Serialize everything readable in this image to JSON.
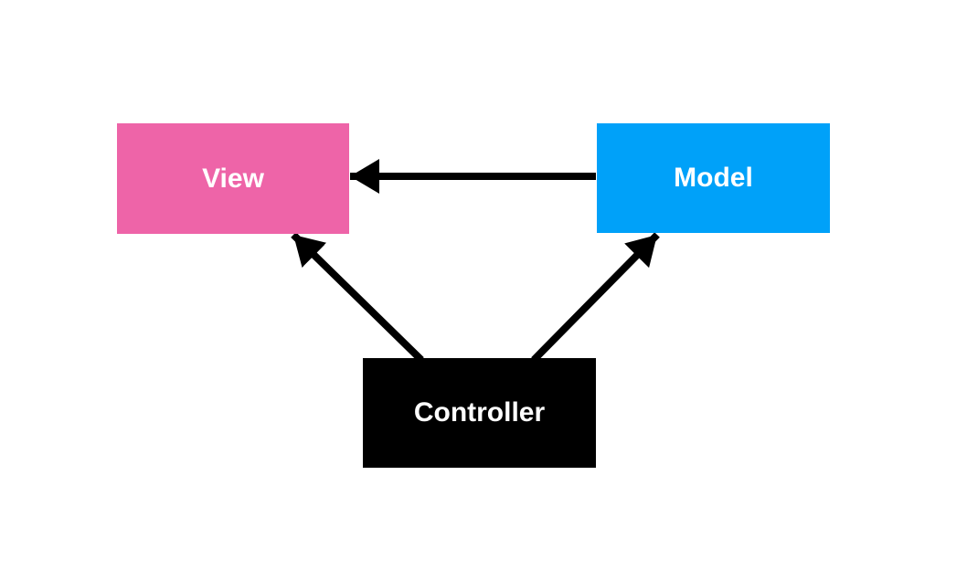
{
  "diagram": {
    "background": "#FFFFFF",
    "edge_color": "#000000",
    "nodes": [
      {
        "id": "view",
        "label": "View",
        "fill": "#EE64A8",
        "text_color": "#FFFFFF"
      },
      {
        "id": "model",
        "label": "Model",
        "fill": "#00A1F9",
        "text_color": "#FFFFFF"
      },
      {
        "id": "controller",
        "label": "Controller",
        "fill": "#000000",
        "text_color": "#FFFFFF"
      }
    ],
    "edges": [
      {
        "from": "model",
        "to": "view"
      },
      {
        "from": "controller",
        "to": "view"
      },
      {
        "from": "controller",
        "to": "model"
      }
    ]
  }
}
